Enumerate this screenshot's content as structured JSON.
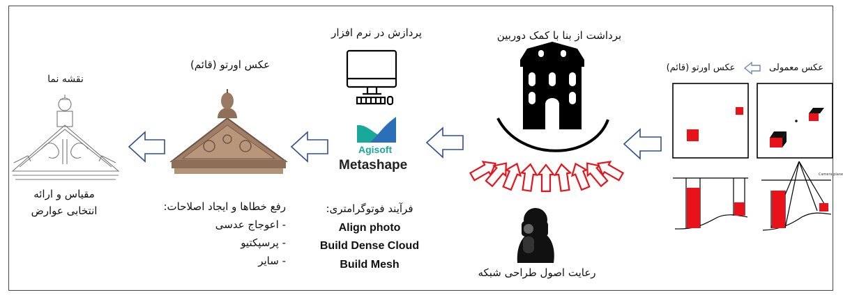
{
  "headings": {
    "facade_map": "نقشه نما",
    "ortho_photo": "عکس اورتو (قائم)",
    "software_processing": "پردازش در نرم افزار",
    "camera_survey": "برداشت از بنا با کمک دوربین",
    "normal_photo": "عکس معمولی",
    "ortho_photo_small": "عکس اورتو (قائم)"
  },
  "captions": {
    "scale_line1": "مقیاس و ارائه",
    "scale_line2": "انتخابی عوارض",
    "fix_title": "رفع خطاها و ایجاد اصلاحات:",
    "fix_items": [
      "- اعوجاج عدسی",
      "- پرسپکتیو",
      "- سایر"
    ],
    "photogrammetry_title": "فرآیند فوتوگرامتری:",
    "steps": [
      "Align photo",
      "Build Dense Cloud",
      "Build Mesh"
    ],
    "grid_design": "رعایت اصول طراحی شبکه"
  },
  "software": {
    "brand": "Agisoft",
    "product": "Metashape"
  },
  "colors": {
    "arrow_outline": "#2f4f8f",
    "red": "#e8121b",
    "teal": "#1aa89a",
    "blue": "#2a6fb8"
  }
}
